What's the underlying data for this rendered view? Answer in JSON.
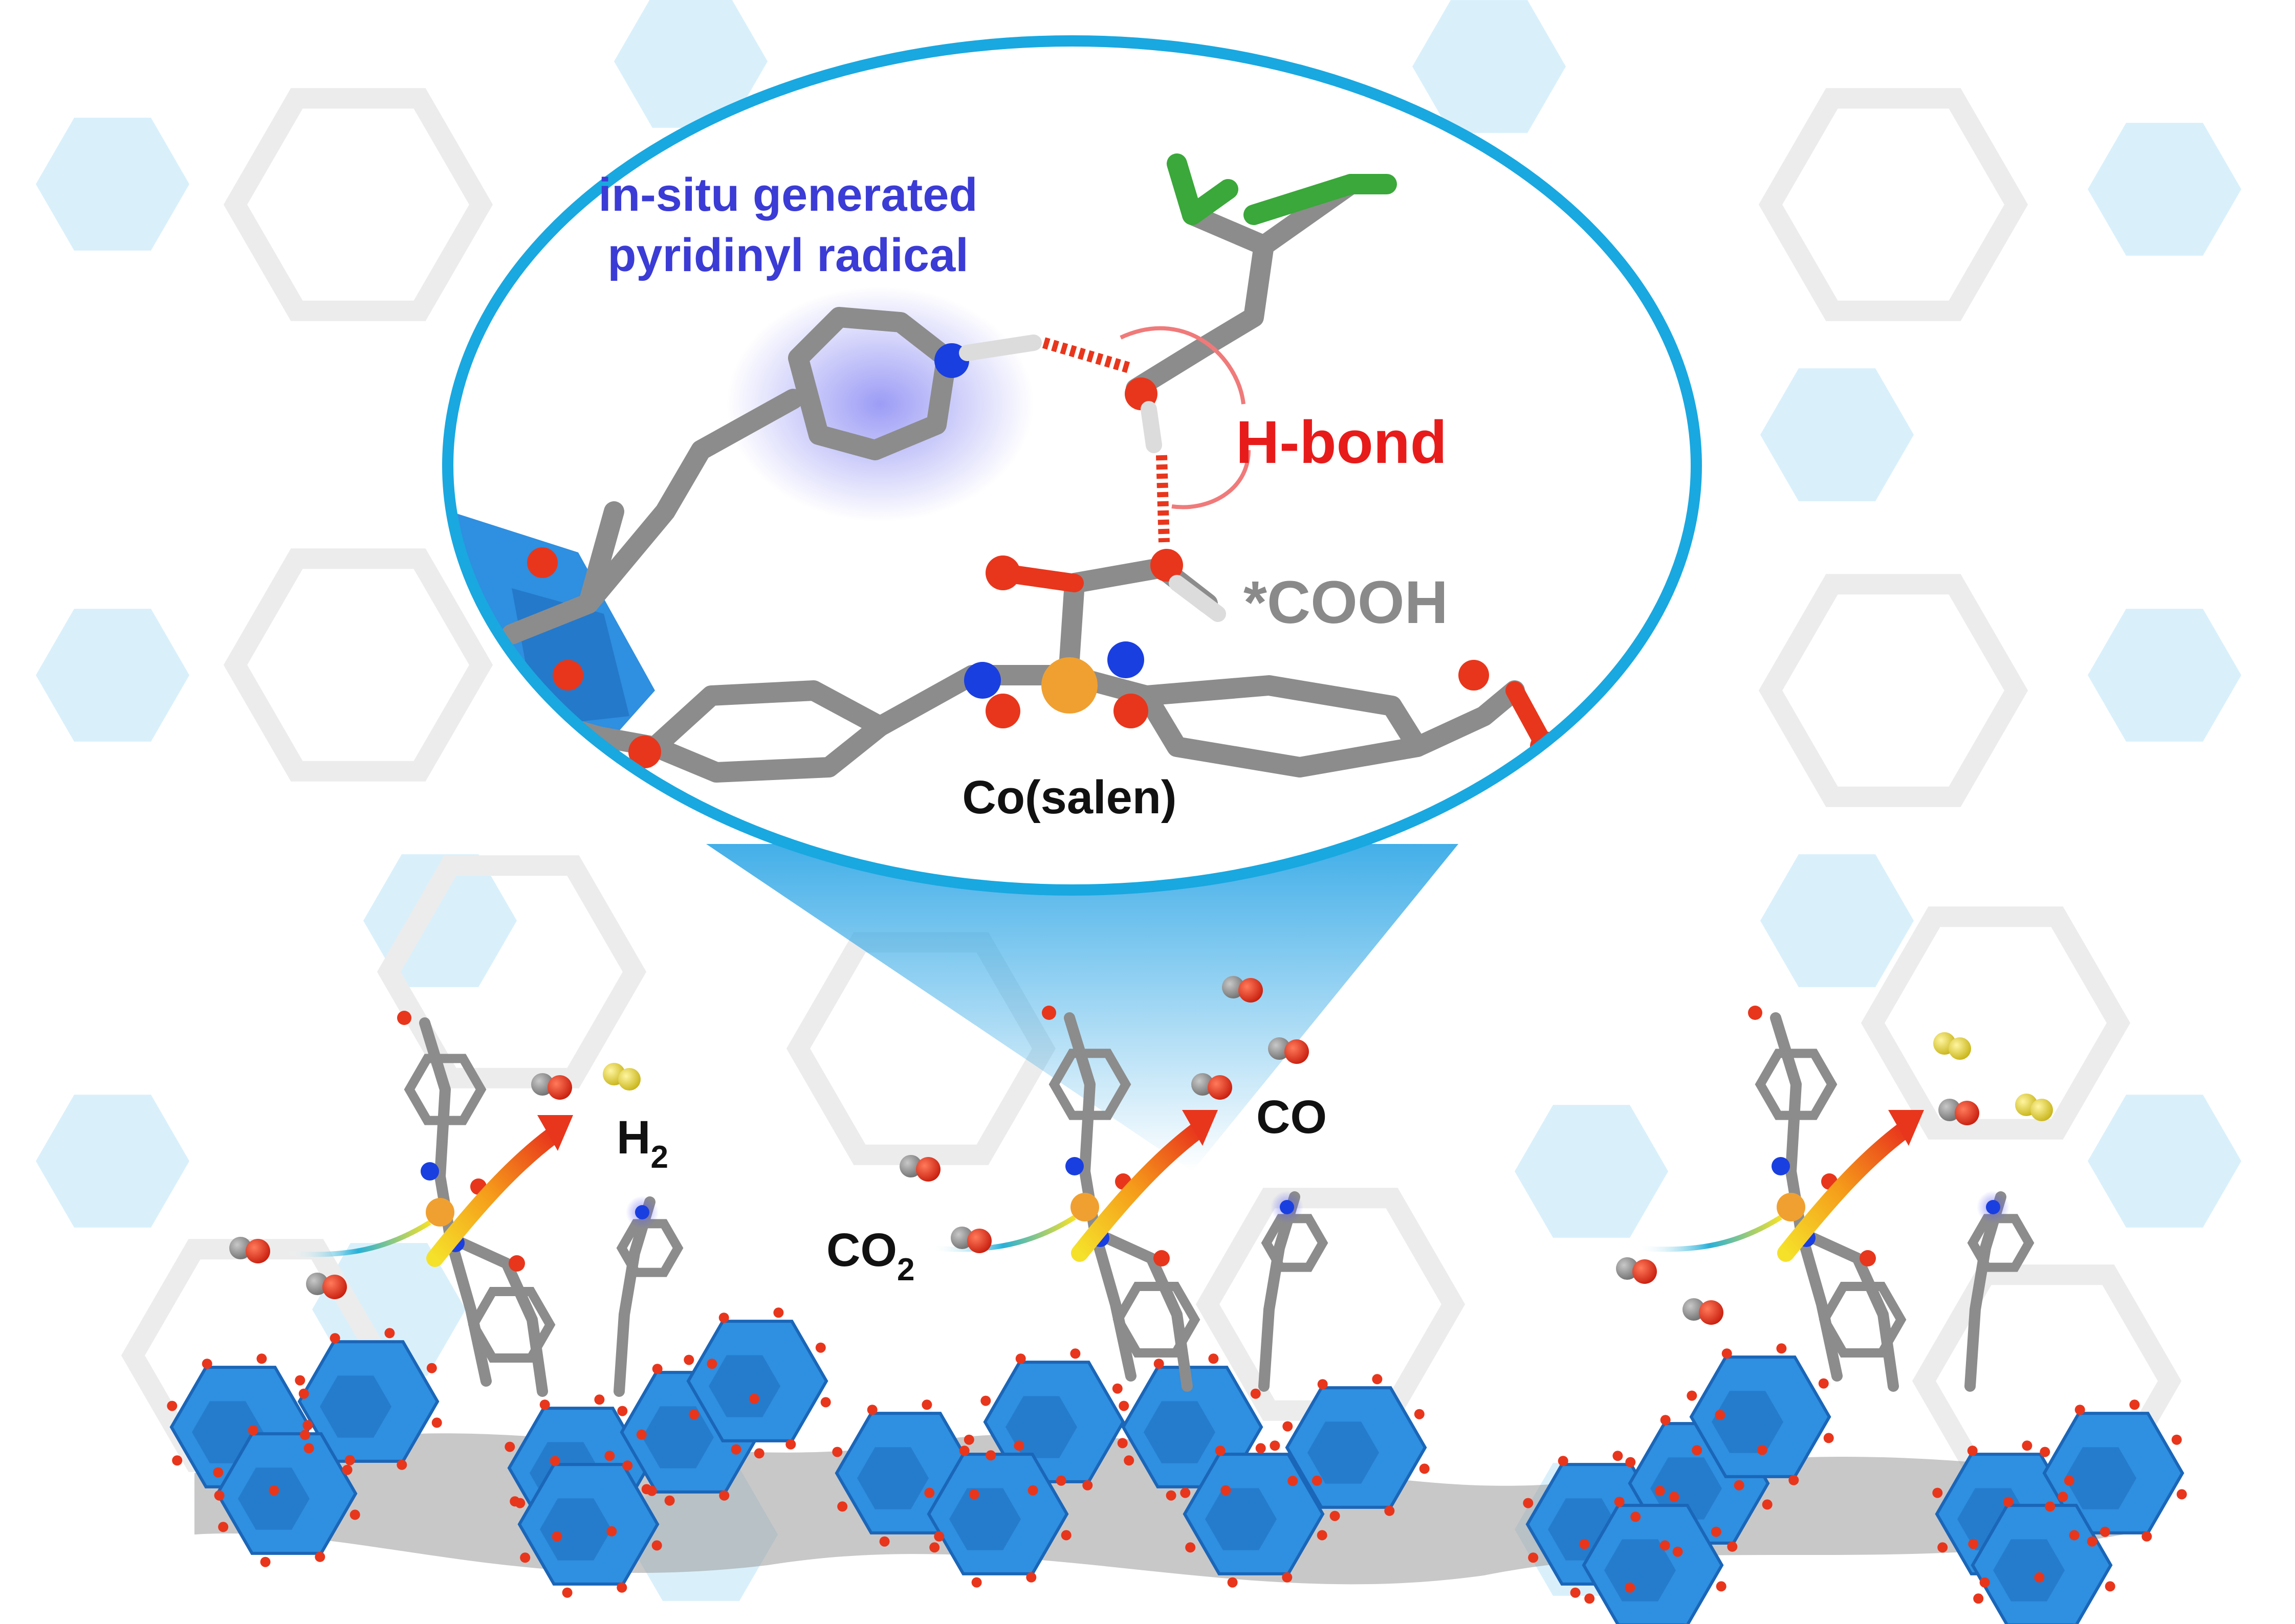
{
  "labels": {
    "radical_line1": "in-situ generated",
    "radical_line2": "pyridinyl radical",
    "hbond": "H-bond",
    "cooh": "*COOH",
    "cosalen": "Co(salen)",
    "h2_main": "H",
    "h2_sub": "2",
    "co": "CO",
    "co2_main": "CO",
    "co2_sub": "2"
  },
  "colors": {
    "radical_text": "#3b3bd6",
    "hbond_text": "#e81b1b",
    "cooh_text": "#8a8a8a",
    "black_text": "#111111",
    "lens_border": "#19a8e0",
    "mof_cluster": "#2f8fe0",
    "carbon": "#8c8c8c",
    "oxygen": "#e8361c",
    "nitrogen": "#1a3fe0",
    "cobalt": "#f0a030",
    "chlorine": "#3aa83a",
    "hydrogen_gas": "#e6d23a"
  }
}
